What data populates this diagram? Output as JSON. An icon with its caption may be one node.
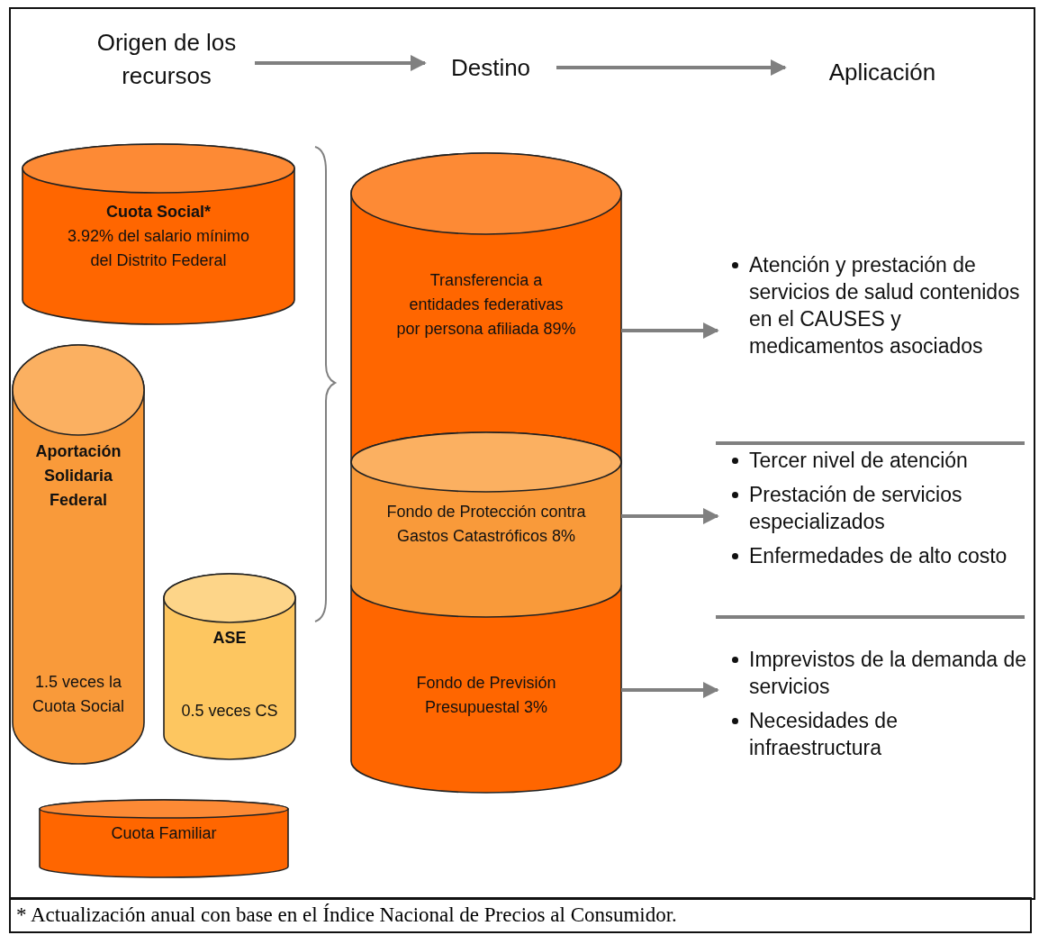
{
  "diagram": {
    "caption": "* Actualización anual con base en el Índice Nacional de Precios al Consumidor.",
    "nodes": [
      {
        "text": [
          "Origen de los recursos"
        ]
      },
      {
        "text": [
          "Destino"
        ]
      },
      {
        "text": [
          "Aplicación"
        ]
      },
      {
        "text": [
          "Cuota Social*",
          "3.92% del salario mínimo del Distrito Federal"
        ]
      },
      {
        "text": [
          "Aportación Solidaria Federal",
          "1.5 veces la Cuota Social"
        ]
      },
      {
        "text": [
          "ASE",
          "0.5 veces CS"
        ]
      },
      {
        "text": [
          "Cuota Familiar"
        ]
      },
      {
        "text": [
          "Transferencia a entidades federativas por persona afiliada 89%"
        ]
      },
      {
        "text": [
          "Fondo de Protección contra Gastos Catastróficos 8%"
        ]
      },
      {
        "text": [
          "Fondo de Previsión Presupuestal 3%"
        ]
      },
      {
        "text": [
          "Atención y prestación de servicios de salud contenidos en el CAUSES y medicamentos asociados"
        ]
      },
      {
        "text": [
          "Tercer nivel de atención",
          "Prestación de servicios especializados",
          "Enfermedades de alto costo"
        ]
      },
      {
        "text": [
          "Imprevistos de la demanda de servicios",
          "Necesidades de infraestructura"
        ]
      }
    ],
    "edges": [
      {
        "from": 0,
        "to": 1,
        "arrow": "to"
      },
      {
        "from": 1,
        "to": 2,
        "arrow": "to"
      },
      {
        "from": 7,
        "to": 10,
        "arrow": "to"
      },
      {
        "from": 8,
        "to": 11,
        "arrow": "to"
      },
      {
        "from": 9,
        "to": 12,
        "arrow": "to"
      }
    ]
  }
}
